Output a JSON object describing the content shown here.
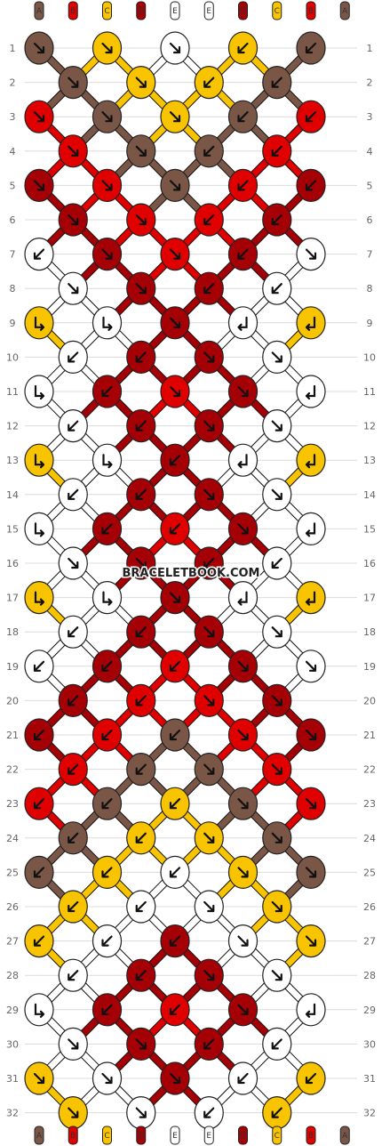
{
  "colors": {
    "A": "#7a5646",
    "B": "#e00000",
    "C": "#f8c400",
    "D": "#a50005",
    "E": "#ffffff"
  },
  "strings": [
    "A",
    "B",
    "C",
    "D",
    "E",
    "E",
    "D",
    "C",
    "B",
    "A"
  ],
  "watermark": "BRACELETBOOK.COM",
  "row_numbers": [
    "1",
    "2",
    "3",
    "4",
    "5",
    "6",
    "7",
    "8",
    "9",
    "10",
    "11",
    "12",
    "13",
    "14",
    "15",
    "16",
    "17",
    "18",
    "19",
    "20",
    "21",
    "22",
    "23",
    "24",
    "25",
    "26",
    "27",
    "28",
    "29",
    "30",
    "31",
    "32"
  ],
  "knots": [
    [
      [
        "A",
        "se"
      ],
      [
        "C",
        "se"
      ],
      [
        "E",
        "se"
      ],
      [
        "C",
        "sw"
      ],
      [
        "A",
        "sw"
      ]
    ],
    [
      [
        "A",
        "se"
      ],
      [
        "C",
        "se"
      ],
      [
        "C",
        "sw"
      ],
      [
        "A",
        "sw"
      ]
    ],
    [
      [
        "B",
        "se"
      ],
      [
        "A",
        "se"
      ],
      [
        "C",
        "se"
      ],
      [
        "A",
        "sw"
      ],
      [
        "B",
        "sw"
      ]
    ],
    [
      [
        "B",
        "se"
      ],
      [
        "A",
        "se"
      ],
      [
        "A",
        "sw"
      ],
      [
        "B",
        "sw"
      ]
    ],
    [
      [
        "D",
        "se"
      ],
      [
        "B",
        "se"
      ],
      [
        "A",
        "se"
      ],
      [
        "B",
        "sw"
      ],
      [
        "D",
        "sw"
      ]
    ],
    [
      [
        "D",
        "se"
      ],
      [
        "B",
        "se"
      ],
      [
        "B",
        "sw"
      ],
      [
        "D",
        "sw"
      ]
    ],
    [
      [
        "E",
        "sw"
      ],
      [
        "D",
        "se"
      ],
      [
        "B",
        "se"
      ],
      [
        "D",
        "sw"
      ],
      [
        "E",
        "se"
      ]
    ],
    [
      [
        "E",
        "se"
      ],
      [
        "D",
        "se"
      ],
      [
        "D",
        "sw"
      ],
      [
        "E",
        "sw"
      ]
    ],
    [
      [
        "C",
        "se2"
      ],
      [
        "E",
        "se2"
      ],
      [
        "D",
        "se"
      ],
      [
        "E",
        "sw2"
      ],
      [
        "C",
        "sw2"
      ]
    ],
    [
      [
        "E",
        "sw"
      ],
      [
        "D",
        "sw"
      ],
      [
        "D",
        "se"
      ],
      [
        "E",
        "se"
      ]
    ],
    [
      [
        "E",
        "se2"
      ],
      [
        "D",
        "sw"
      ],
      [
        "B",
        "se"
      ],
      [
        "D",
        "se"
      ],
      [
        "E",
        "sw2"
      ]
    ],
    [
      [
        "E",
        "sw"
      ],
      [
        "D",
        "sw"
      ],
      [
        "D",
        "se"
      ],
      [
        "E",
        "se"
      ]
    ],
    [
      [
        "C",
        "se2"
      ],
      [
        "E",
        "se2"
      ],
      [
        "D",
        "sw"
      ],
      [
        "E",
        "sw2"
      ],
      [
        "C",
        "sw2"
      ]
    ],
    [
      [
        "E",
        "sw"
      ],
      [
        "D",
        "sw"
      ],
      [
        "D",
        "se"
      ],
      [
        "E",
        "se"
      ]
    ],
    [
      [
        "E",
        "se2"
      ],
      [
        "D",
        "sw"
      ],
      [
        "B",
        "sw"
      ],
      [
        "D",
        "se"
      ],
      [
        "E",
        "sw2"
      ]
    ],
    [
      [
        "E",
        "se"
      ],
      [
        "D",
        "se"
      ],
      [
        "D",
        "sw"
      ],
      [
        "E",
        "sw"
      ]
    ],
    [
      [
        "C",
        "se2"
      ],
      [
        "E",
        "se2"
      ],
      [
        "D",
        "se"
      ],
      [
        "E",
        "sw2"
      ],
      [
        "C",
        "sw2"
      ]
    ],
    [
      [
        "E",
        "sw"
      ],
      [
        "D",
        "sw"
      ],
      [
        "D",
        "se"
      ],
      [
        "E",
        "se"
      ]
    ],
    [
      [
        "E",
        "sw"
      ],
      [
        "D",
        "sw"
      ],
      [
        "B",
        "sw"
      ],
      [
        "D",
        "se"
      ],
      [
        "E",
        "se"
      ]
    ],
    [
      [
        "D",
        "sw"
      ],
      [
        "B",
        "sw"
      ],
      [
        "B",
        "se"
      ],
      [
        "D",
        "se"
      ]
    ],
    [
      [
        "D",
        "sw"
      ],
      [
        "B",
        "sw"
      ],
      [
        "A",
        "sw"
      ],
      [
        "B",
        "se"
      ],
      [
        "D",
        "se"
      ]
    ],
    [
      [
        "B",
        "sw"
      ],
      [
        "A",
        "sw"
      ],
      [
        "A",
        "se"
      ],
      [
        "B",
        "se"
      ]
    ],
    [
      [
        "B",
        "sw"
      ],
      [
        "A",
        "sw"
      ],
      [
        "C",
        "sw"
      ],
      [
        "A",
        "se"
      ],
      [
        "B",
        "se"
      ]
    ],
    [
      [
        "A",
        "sw"
      ],
      [
        "C",
        "sw"
      ],
      [
        "C",
        "se"
      ],
      [
        "A",
        "se"
      ]
    ],
    [
      [
        "A",
        "sw"
      ],
      [
        "C",
        "sw"
      ],
      [
        "E",
        "sw"
      ],
      [
        "C",
        "se"
      ],
      [
        "A",
        "se"
      ]
    ],
    [
      [
        "C",
        "sw"
      ],
      [
        "E",
        "sw"
      ],
      [
        "E",
        "se"
      ],
      [
        "C",
        "se"
      ]
    ],
    [
      [
        "C",
        "sw"
      ],
      [
        "E",
        "sw"
      ],
      [
        "D",
        "sw"
      ],
      [
        "E",
        "se"
      ],
      [
        "C",
        "se"
      ]
    ],
    [
      [
        "E",
        "sw"
      ],
      [
        "D",
        "sw"
      ],
      [
        "D",
        "se"
      ],
      [
        "E",
        "se"
      ]
    ],
    [
      [
        "E",
        "se2"
      ],
      [
        "D",
        "sw"
      ],
      [
        "B",
        "sw"
      ],
      [
        "D",
        "se"
      ],
      [
        "E",
        "sw2"
      ]
    ],
    [
      [
        "E",
        "se"
      ],
      [
        "D",
        "se"
      ],
      [
        "D",
        "sw"
      ],
      [
        "E",
        "sw"
      ]
    ],
    [
      [
        "C",
        "se"
      ],
      [
        "E",
        "se"
      ],
      [
        "D",
        "se"
      ],
      [
        "E",
        "sw"
      ],
      [
        "C",
        "sw"
      ]
    ],
    [
      [
        "C",
        "se"
      ],
      [
        "E",
        "se"
      ],
      [
        "E",
        "sw"
      ],
      [
        "C",
        "sw"
      ]
    ]
  ]
}
